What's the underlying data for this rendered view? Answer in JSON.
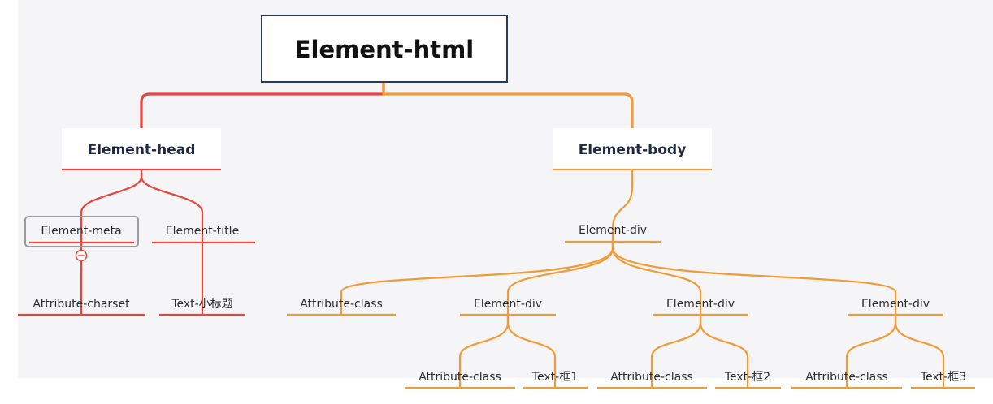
{
  "root": {
    "label": "Element-html"
  },
  "head": {
    "label": "Element-head",
    "children": [
      {
        "label": "Element-meta",
        "selected": true,
        "children": [
          {
            "label": "Attribute-charset"
          }
        ]
      },
      {
        "label": "Element-title",
        "children": [
          {
            "label": "Text-小标题"
          }
        ]
      }
    ]
  },
  "body": {
    "label": "Element-body",
    "div": {
      "label": "Element-div",
      "children": [
        {
          "label": "Attribute-class"
        },
        {
          "label": "Element-div",
          "children": [
            {
              "label": "Attribute-class"
            },
            {
              "label": "Text-框1"
            }
          ]
        },
        {
          "label": "Element-div",
          "children": [
            {
              "label": "Attribute-class"
            },
            {
              "label": "Text-框2"
            }
          ]
        },
        {
          "label": "Element-div",
          "children": [
            {
              "label": "Attribute-class"
            },
            {
              "label": "Text-框3"
            }
          ]
        }
      ]
    }
  },
  "colors": {
    "head_branch": "#e8453c",
    "body_branch": "#f39a35",
    "root_border": "#2b3a55"
  }
}
